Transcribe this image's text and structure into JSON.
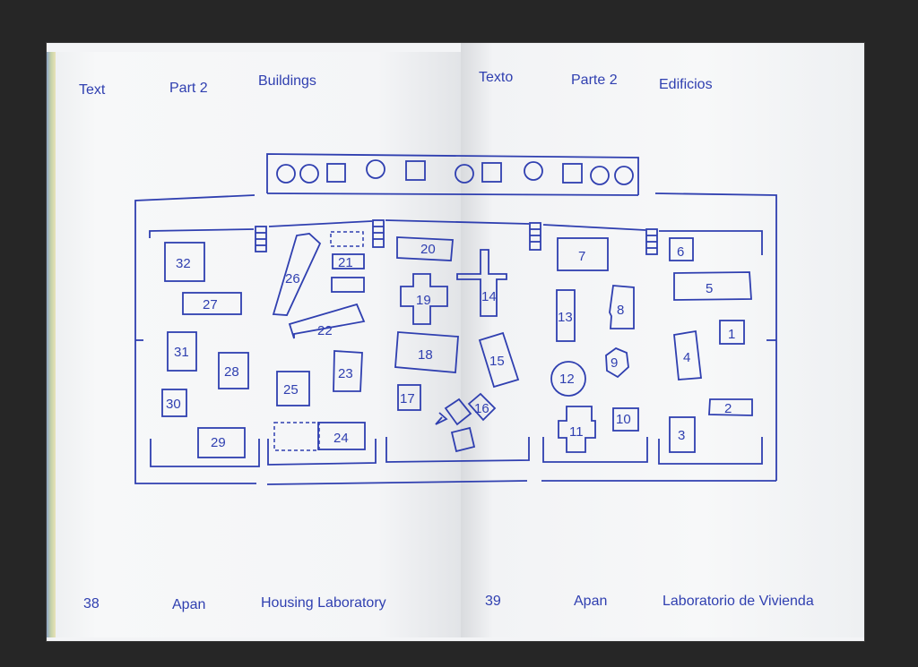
{
  "header_left": {
    "col1": "Text",
    "col2": "Part 2",
    "col3": "Buildings"
  },
  "header_right": {
    "col1": "Texto",
    "col2": "Parte 2",
    "col3": "Edificios"
  },
  "footer_left": {
    "page": "38",
    "place": "Apan",
    "title": "Housing Laboratory"
  },
  "footer_right": {
    "page": "39",
    "place": "Apan",
    "title": "Laboratorio de Vivienda"
  },
  "plan_numbers": [
    "1",
    "2",
    "3",
    "4",
    "5",
    "6",
    "7",
    "8",
    "9",
    "10",
    "11",
    "12",
    "13",
    "14",
    "15",
    "16",
    "17",
    "18",
    "19",
    "20",
    "21",
    "22",
    "23",
    "24",
    "25",
    "26",
    "27",
    "28",
    "29",
    "30",
    "31",
    "32"
  ],
  "colors": {
    "ink": "#2f3fb0",
    "paper": "#f3f4f6",
    "backdrop": "#262626"
  }
}
